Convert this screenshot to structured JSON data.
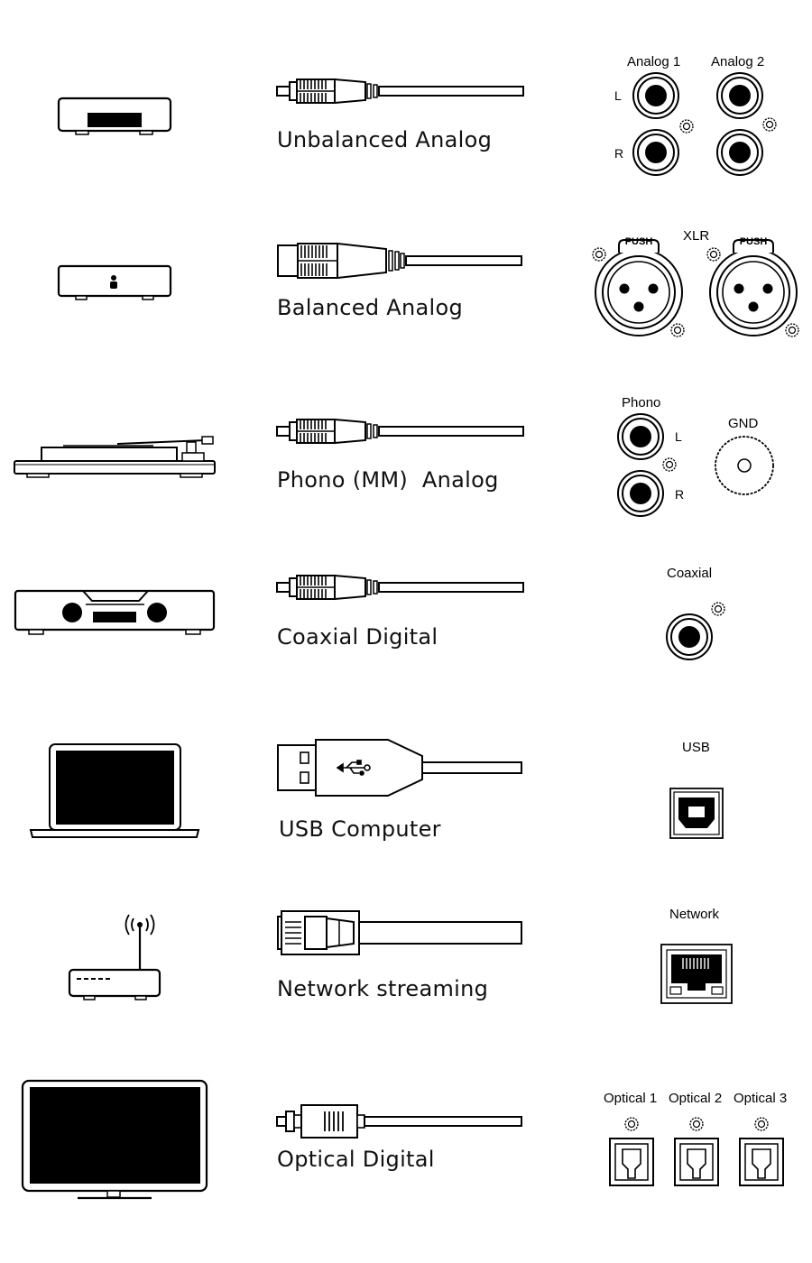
{
  "connections": [
    {
      "cable_label": "Unbalanced Analog",
      "source_device": "streamer-box",
      "cable": "rca-cable",
      "ports": [
        "Analog 1",
        "Analog 2"
      ],
      "channels": [
        "L",
        "R"
      ]
    },
    {
      "cable_label": "Balanced Analog",
      "source_device": "preamp-box",
      "cable": "xlr-cable",
      "ports": [
        "XLR"
      ],
      "push_label": "PUSH"
    },
    {
      "cable_label": "Phono (MM)  Analog",
      "source_device": "turntable",
      "cable": "rca-cable",
      "ports": [
        "Phono",
        "GND"
      ],
      "channels": [
        "L",
        "R"
      ]
    },
    {
      "cable_label": "Coaxial Digital",
      "source_device": "cd-player",
      "cable": "rca-cable",
      "ports": [
        "Coaxial"
      ]
    },
    {
      "cable_label": "USB Computer",
      "source_device": "laptop",
      "cable": "usb-cable",
      "ports": [
        "USB"
      ]
    },
    {
      "cable_label": "Network streaming",
      "source_device": "router",
      "cable": "ethernet-cable",
      "ports": [
        "Network"
      ]
    },
    {
      "cable_label": "Optical Digital",
      "source_device": "tv",
      "cable": "optical-cable",
      "ports": [
        "Optical 1",
        "Optical 2",
        "Optical 3"
      ]
    }
  ]
}
